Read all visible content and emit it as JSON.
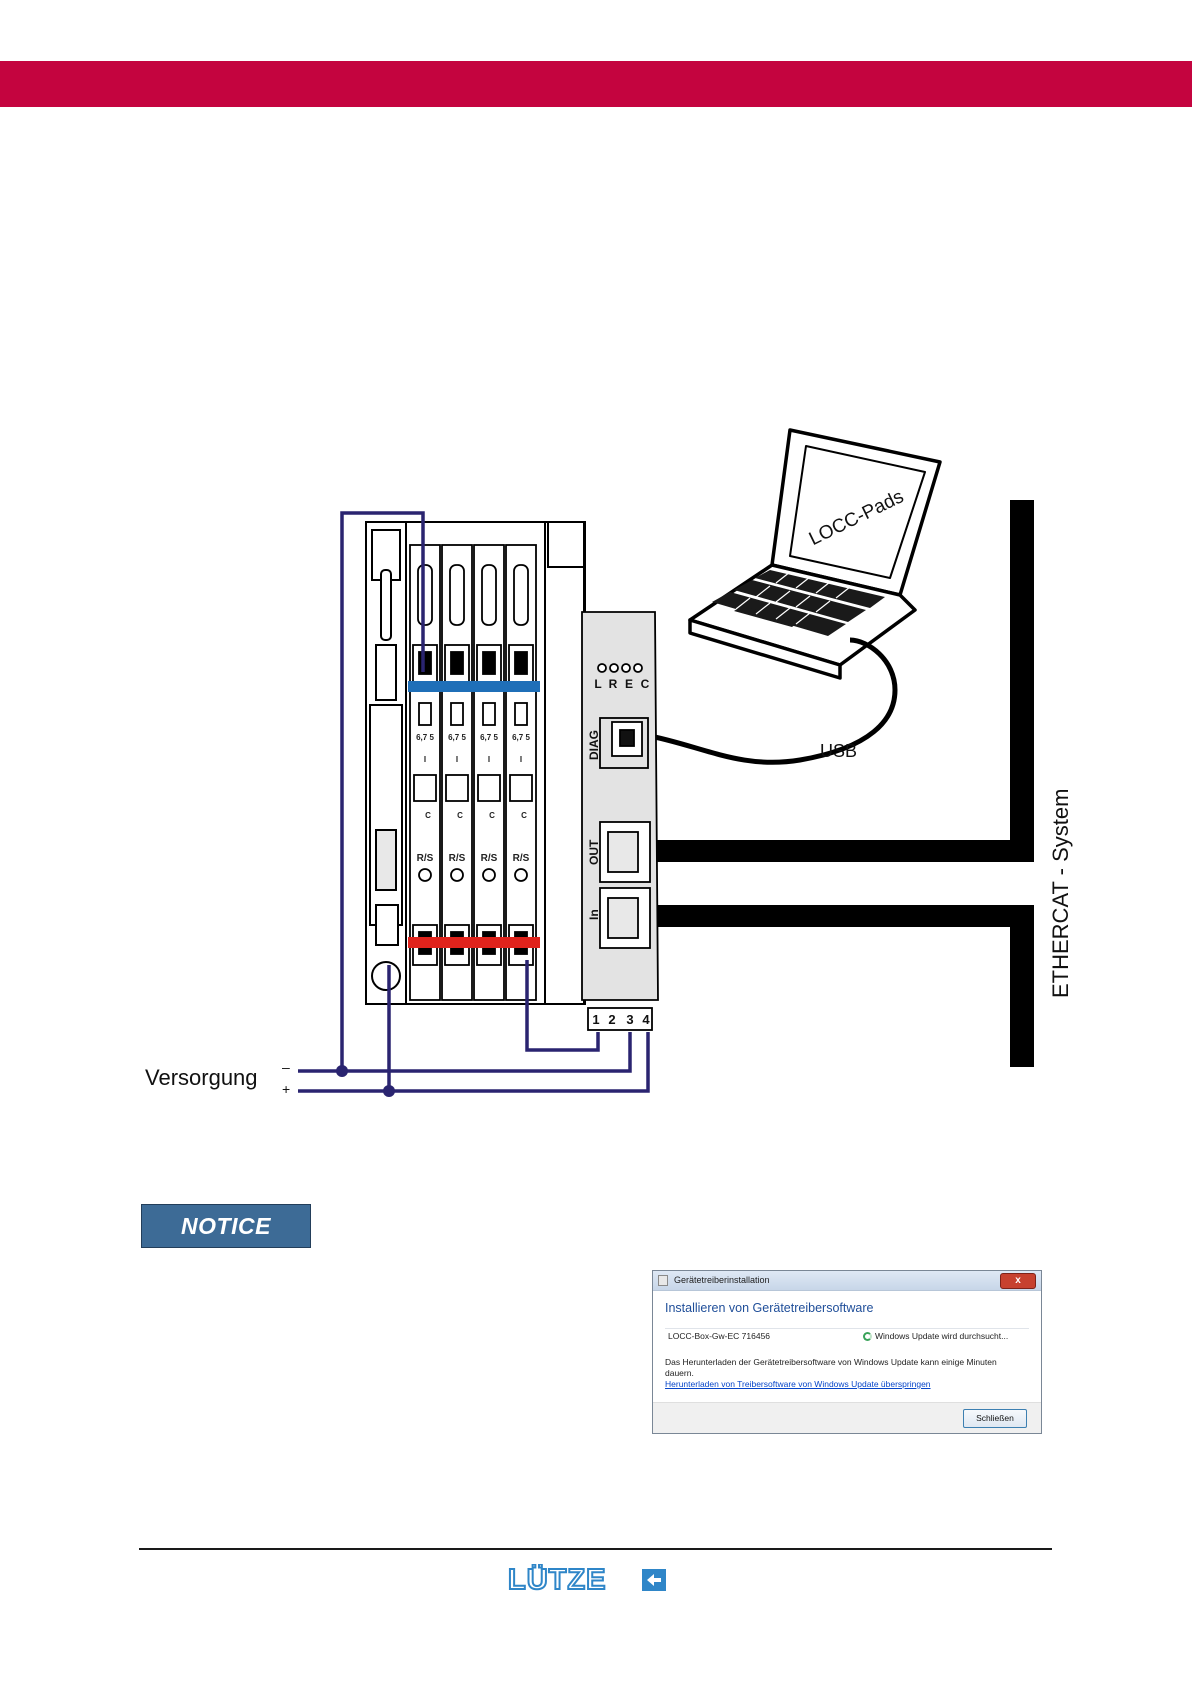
{
  "diagram": {
    "laptop_screen_label": "LOCC-Pads",
    "usb_label": "USB",
    "supply_label": "Versorgung",
    "supply_minus": "–",
    "supply_plus": "+",
    "network_label": "ETHERCAT - System",
    "led_labels": [
      "L",
      "R",
      "E",
      "C"
    ],
    "diag_port_label": "DIAG",
    "out_port_label": "OUT",
    "in_port_label": "In",
    "terminal_numbers": [
      "1",
      "2",
      "3",
      "4"
    ],
    "breaker_rating": "6,7 5",
    "breaker_current_mark": "I",
    "breaker_c_mark": "C",
    "breaker_rs_label": "R/S"
  },
  "notice": {
    "label": "NOTICE"
  },
  "dialog": {
    "window_title": "Gerätetreiberinstallation",
    "close_glyph": "x",
    "heading": "Installieren von Gerätetreibersoftware",
    "device_name": "LOCC-Box-Gw-EC 716456",
    "status": "Windows Update wird durchsucht...",
    "message": "Das Herunterladen der Gerätetreibersoftware von Windows Update kann einige Minuten dauern.",
    "skip_link": "Herunterladen von Treibersoftware von Windows Update überspringen",
    "close_button": "Schließen"
  },
  "footer": {
    "logo_text": "LÜTZE"
  },
  "colors": {
    "header_band": "#c4043f",
    "wire": "#2a2470",
    "blue_bar": "#1f6fb8",
    "red_bar": "#e0231c",
    "notice_bg": "#3d6b96",
    "logo": "#2f86c8"
  }
}
